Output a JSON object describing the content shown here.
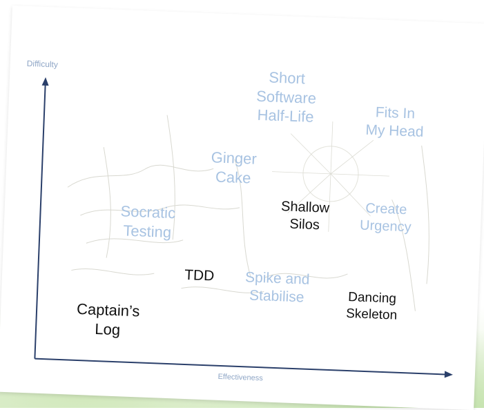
{
  "axes": {
    "y_label": "Difficulty",
    "x_label": "Effectiveness"
  },
  "colors": {
    "highlight_items": "#a8c3e2",
    "plain_items": "#111111",
    "axis_line": "#2a3f6a"
  },
  "items": [
    {
      "id": "short-software-half-life",
      "lines": [
        "Short",
        "Software",
        "Half-Life"
      ],
      "style": "highlight"
    },
    {
      "id": "fits-in-my-head",
      "lines": [
        "Fits In",
        "My Head"
      ],
      "style": "highlight"
    },
    {
      "id": "ginger-cake",
      "lines": [
        "Ginger",
        "Cake"
      ],
      "style": "highlight"
    },
    {
      "id": "shallow-silos",
      "lines": [
        "Shallow",
        "Silos"
      ],
      "style": "plain"
    },
    {
      "id": "create-urgency",
      "lines": [
        "Create",
        "Urgency"
      ],
      "style": "highlight"
    },
    {
      "id": "socratic-testing",
      "lines": [
        "Socratic",
        "Testing"
      ],
      "style": "highlight"
    },
    {
      "id": "tdd",
      "lines": [
        "TDD"
      ],
      "style": "plain"
    },
    {
      "id": "spike-and-stabilise",
      "lines": [
        "Spike and",
        "Stabilise"
      ],
      "style": "highlight"
    },
    {
      "id": "dancing-skeleton",
      "lines": [
        "Dancing",
        "Skeleton"
      ],
      "style": "plain"
    },
    {
      "id": "captains-log",
      "lines": [
        "Captain’s",
        "Log"
      ],
      "style": "plain"
    }
  ]
}
